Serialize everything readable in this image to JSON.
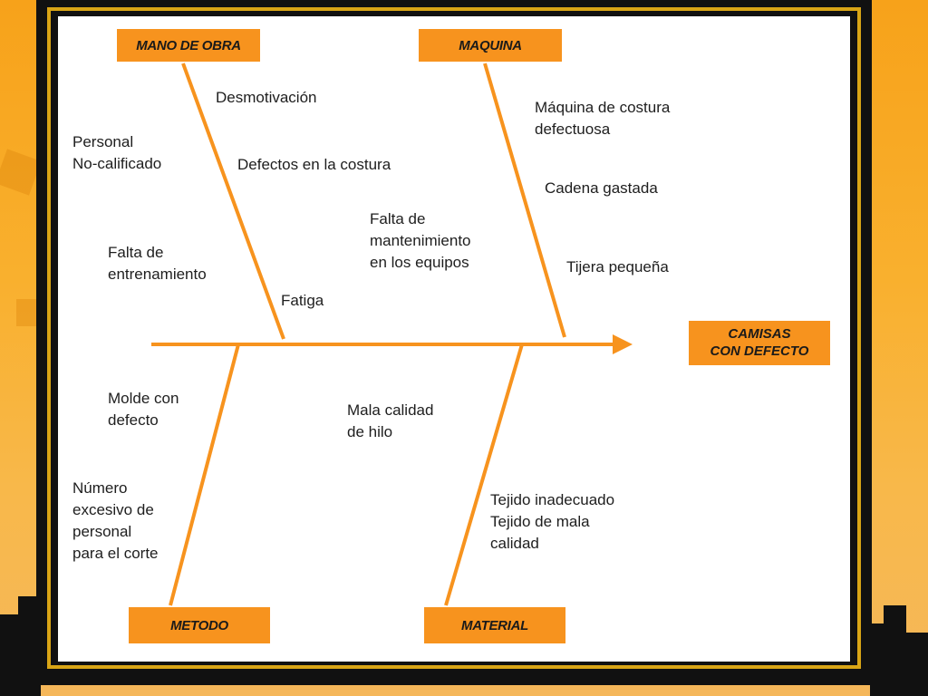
{
  "diagram": {
    "effect": "CAMISAS\nCON DEFECTO",
    "categories": {
      "mano_de_obra": "MANO DE OBRA",
      "maquina": "MAQUINA",
      "metodo": "METODO",
      "material": "MATERIAL"
    },
    "causes": {
      "desmotivacion": "Desmotivación",
      "personal_no_calificado": "Personal\nNo-calificado",
      "defectos_costura": "Defectos en la costura",
      "falta_entrenamiento": "Falta de\nentrenamiento",
      "fatiga": "Fatiga",
      "maquina_costura": "Máquina de costura\ndefectuosa",
      "cadena_gastada": "Cadena gastada",
      "falta_mantenimiento": "Falta de\nmantenimiento\nen los equipos",
      "tijera_pequena": "Tijera pequeña",
      "molde_defecto": "Molde con\ndefecto",
      "numero_excesivo": "Número\nexcesivo de\npersonal\npara el corte",
      "mala_calidad_hilo": "Mala calidad\nde hilo",
      "tejido": "Tejido inadecuado\nTejido de mala\ncalidad"
    },
    "colors": {
      "bone": "#f7931e",
      "label_bg": "#f7931e",
      "text": "#1e1e1e"
    }
  }
}
